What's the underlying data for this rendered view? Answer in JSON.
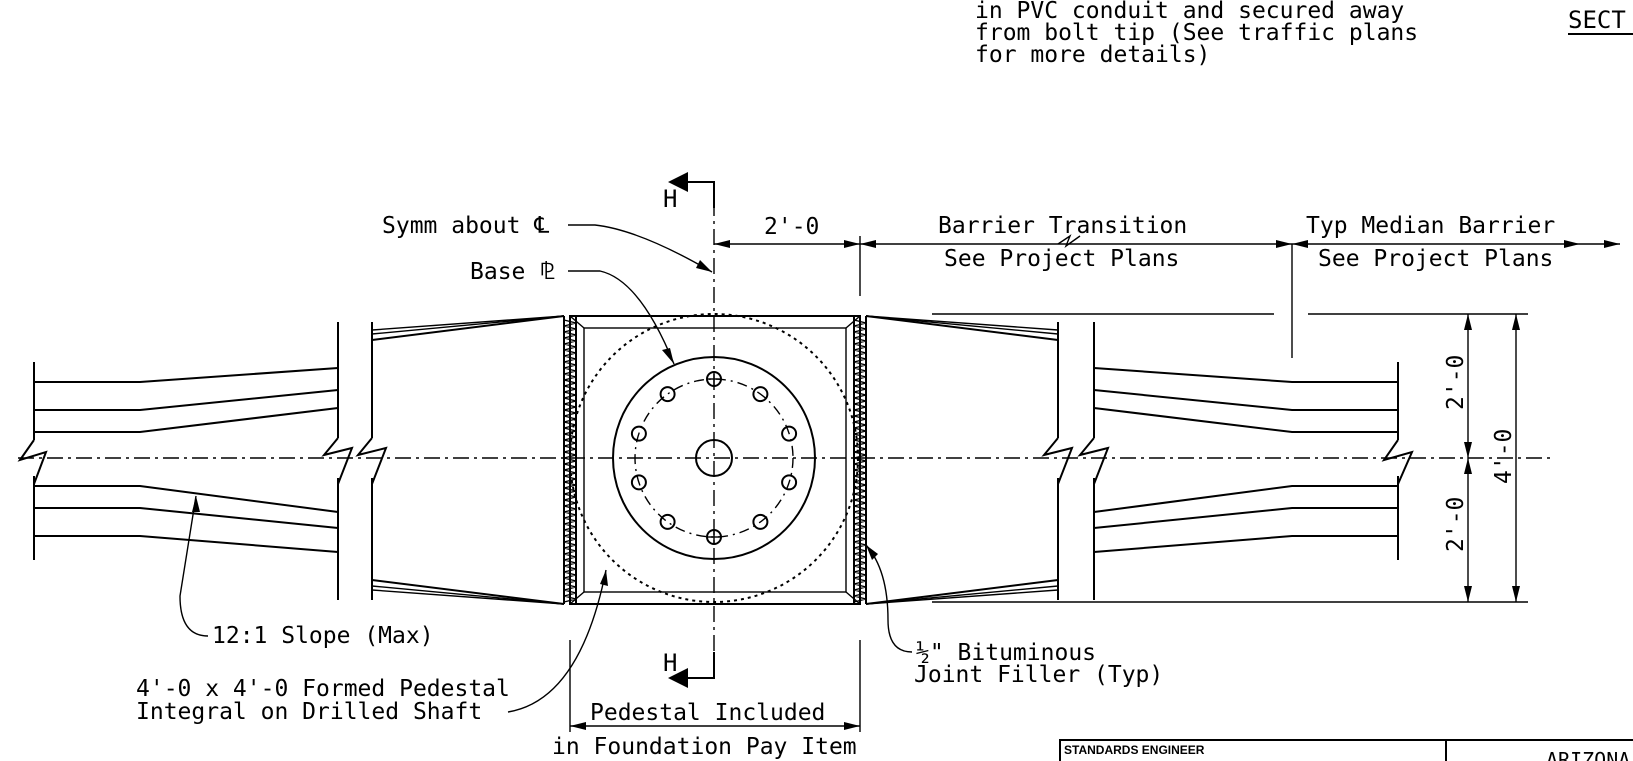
{
  "notes": {
    "top_note": [
      "in PVC conduit and secured away",
      "from bolt tip (See traffic plans",
      "for more details)"
    ],
    "section_label": "SECT"
  },
  "labels": {
    "symm": "Symm about ℄",
    "base_pl": "Base ⅊",
    "dim_2ft": "2'-0",
    "barrier_transition": "Barrier Transition",
    "see_plans_1": "See Project Plans",
    "median_barrier": "Typ Median Barrier",
    "see_plans_2": "See Project Plans",
    "slope": "12:1 Slope (Max)",
    "pedestal_line1": "4'-0 x 4'-0 Formed Pedestal",
    "pedestal_line2": "Integral on Drilled Shaft",
    "pedestal_incl_1": "Pedestal Included",
    "pedestal_incl_2": "in Foundation Pay Item",
    "joint_line1": "½\" Bituminous",
    "joint_line2": "Joint Filler (Typ)",
    "dim_right_top": "2'-0",
    "dim_right_bottom": "2'-0",
    "dim_right_total": "4'-0",
    "section_mark": "H"
  },
  "title_block": {
    "standards_engineer": "STANDARDS ENGINEER",
    "state": "ARIZONA"
  }
}
